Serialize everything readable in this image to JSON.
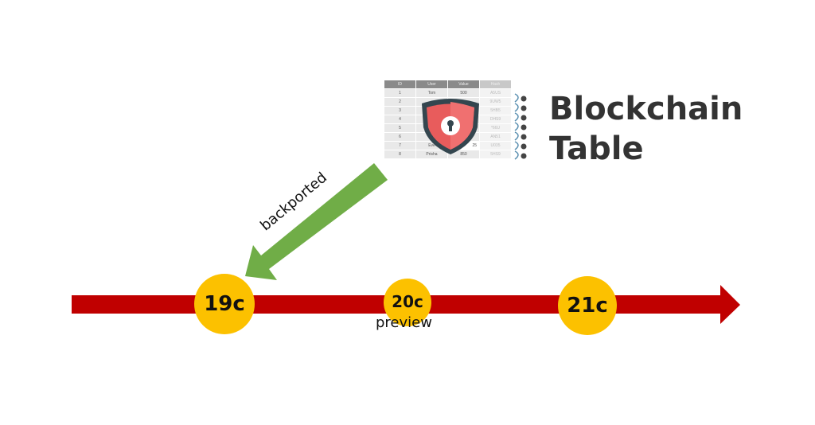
{
  "title": "Blockchain Table",
  "table": {
    "headers": [
      "ID",
      "User",
      "Value",
      "Hash"
    ],
    "rows": [
      [
        "1",
        "Tom",
        "500",
        "A5US"
      ],
      [
        "2",
        "",
        "",
        "9UW5"
      ],
      [
        "3",
        "",
        "",
        "5HB5"
      ],
      [
        "4",
        "",
        "",
        "DHS9"
      ],
      [
        "5",
        "",
        "",
        "*66U"
      ],
      [
        "6",
        "",
        "",
        "AN51"
      ],
      [
        "7",
        "Eve",
        "25",
        "U035"
      ],
      [
        "8",
        "Prisha",
        "850",
        "5HS9"
      ]
    ]
  },
  "timeline": {
    "releases": [
      {
        "label": "19c"
      },
      {
        "label": "20c",
        "note": "preview"
      },
      {
        "label": "21c"
      }
    ]
  },
  "arrow_label": "backported",
  "colors": {
    "timeline": "#c00000",
    "release": "#fcc100",
    "backport": "#70ad47",
    "shield": "#e85c5c"
  }
}
